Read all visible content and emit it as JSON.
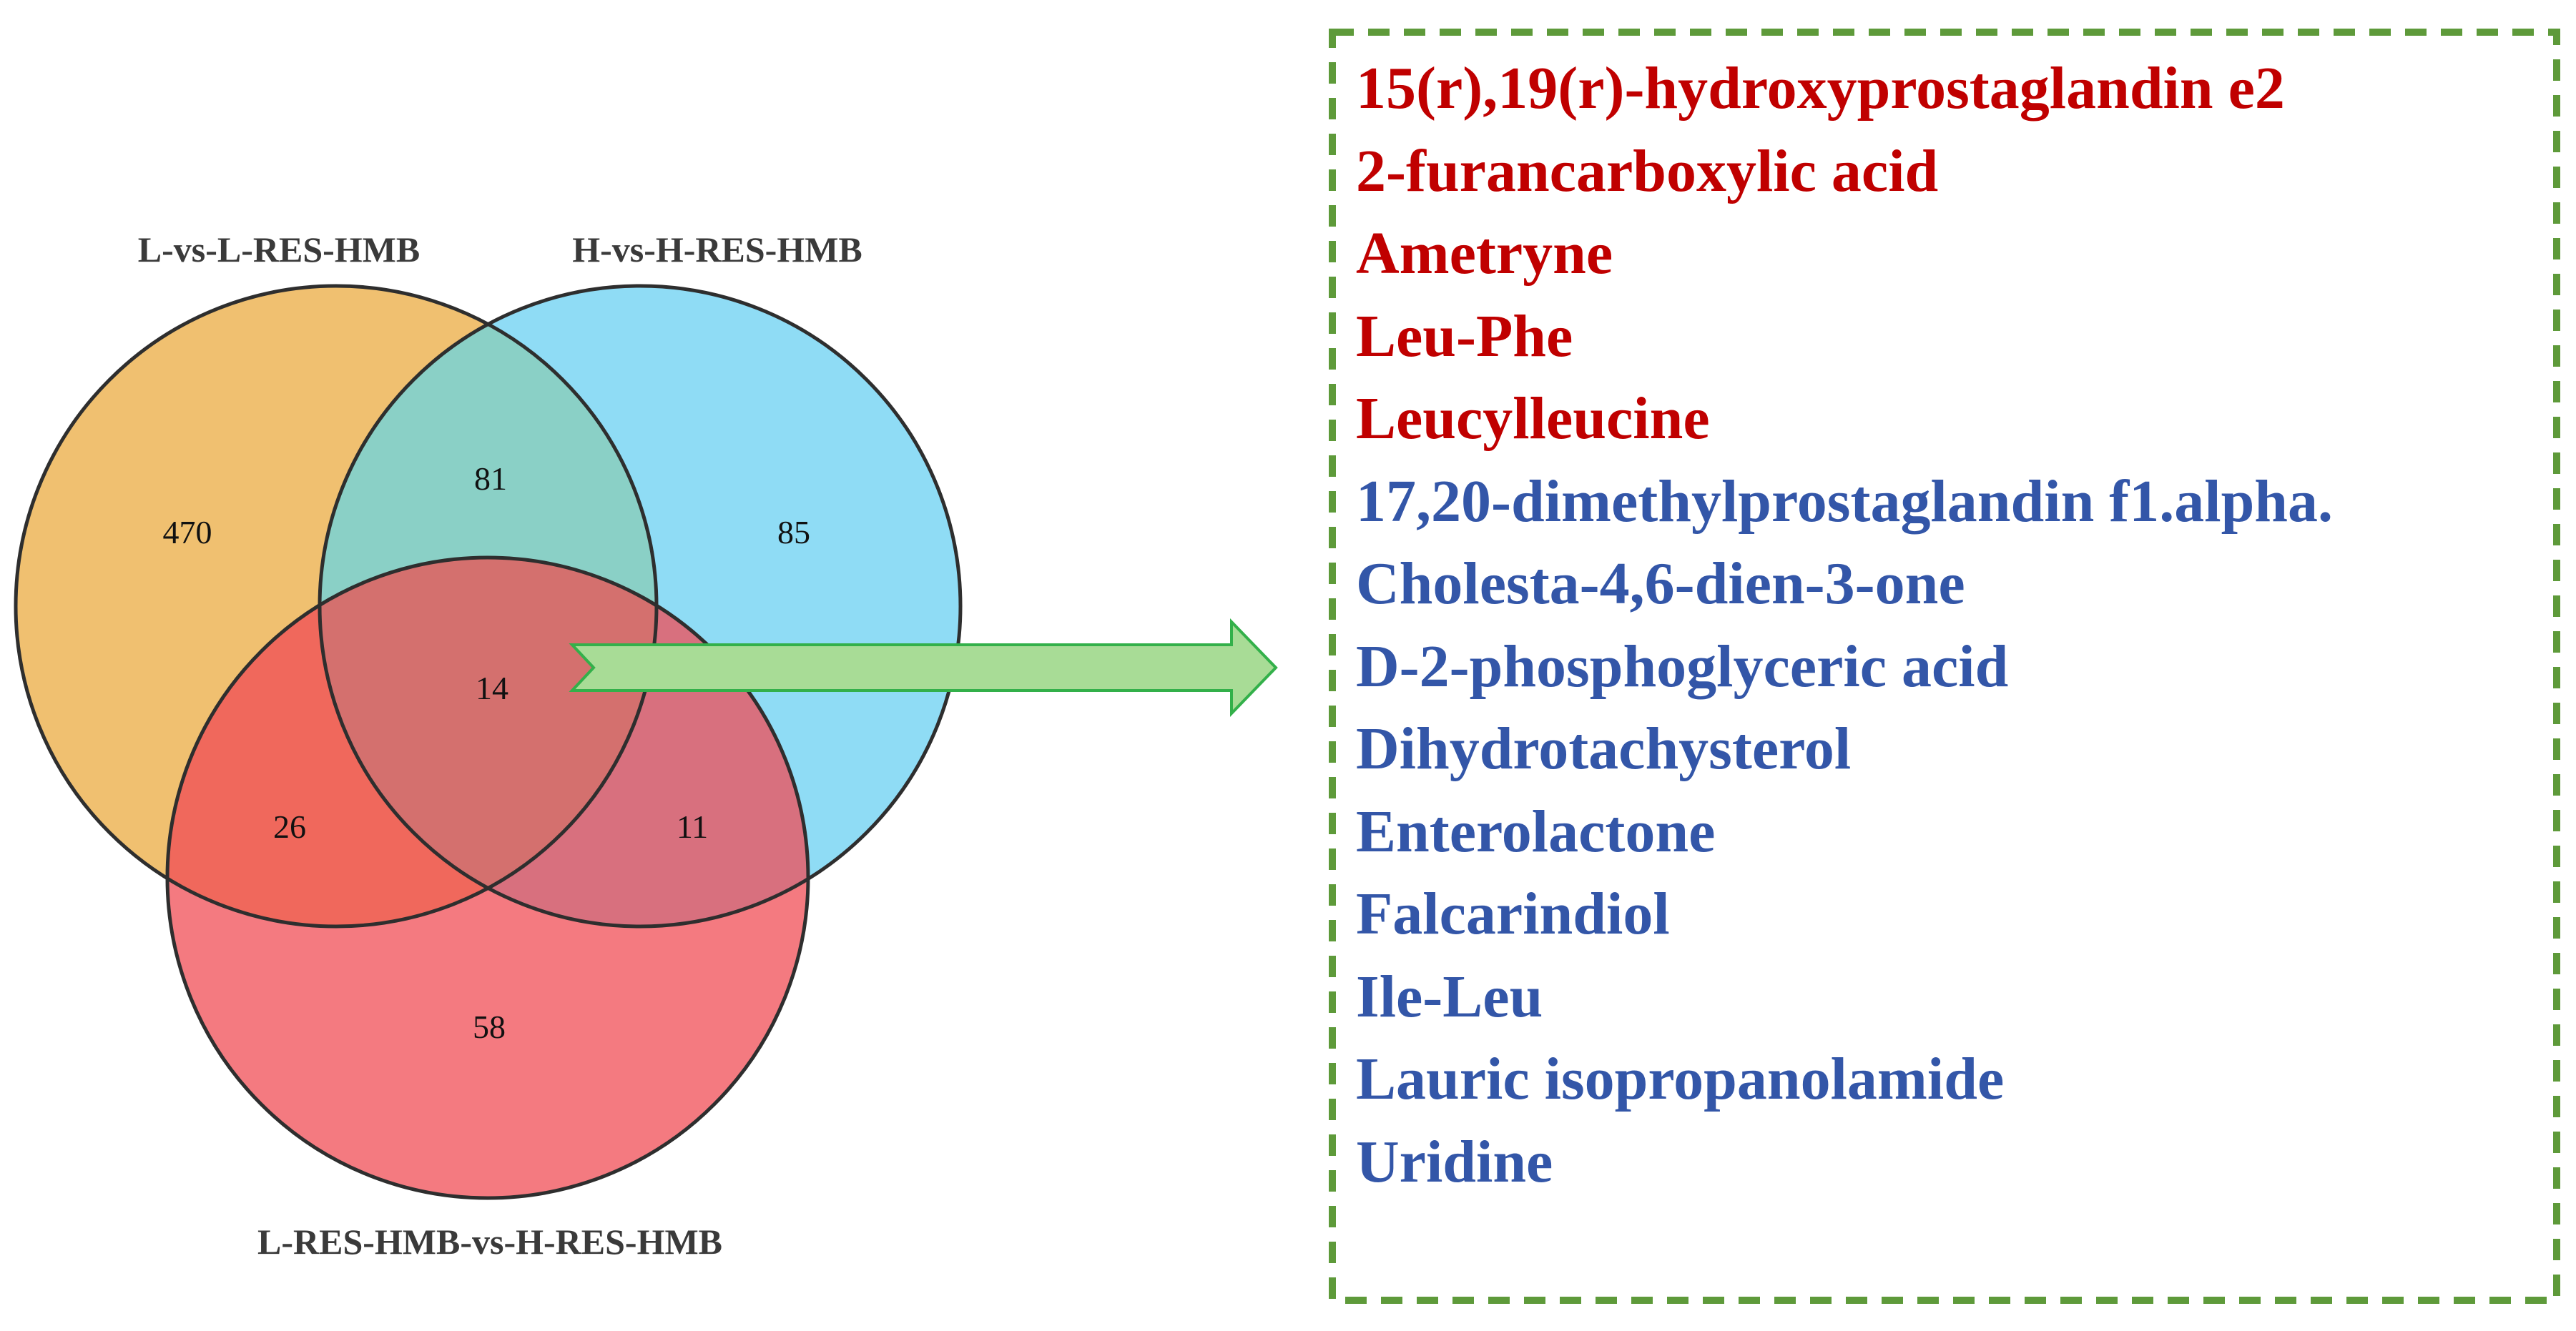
{
  "colors": {
    "set_a": "#f0c070",
    "set_b": "#8fdcf5",
    "set_c": "#f47a80",
    "ab_only": "#8ad0c6",
    "ac_only": "#f0685c",
    "bc_only": "#d8707e",
    "abc": "#d4706e",
    "outline": "#2e2e2e",
    "arrow_fill": "#a8dc96",
    "arrow_stroke": "#33b04a",
    "box_border": "#5e9a3a",
    "up_text": "#c00000",
    "down_text": "#3356a8"
  },
  "venn": {
    "sets": [
      {
        "id": "A",
        "name": "L-vs-L-RES-HMB"
      },
      {
        "id": "B",
        "name": "H-vs-H-RES-HMB"
      },
      {
        "id": "C",
        "name": "L-RES-HMB-vs-H-RES-HMB"
      }
    ],
    "regions": [
      {
        "sets": [
          "A"
        ],
        "count": 470
      },
      {
        "sets": [
          "B"
        ],
        "count": 85
      },
      {
        "sets": [
          "C"
        ],
        "count": 58
      },
      {
        "sets": [
          "A",
          "B"
        ],
        "count": 81
      },
      {
        "sets": [
          "A",
          "C"
        ],
        "count": 26
      },
      {
        "sets": [
          "B",
          "C"
        ],
        "count": 11
      },
      {
        "sets": [
          "A",
          "B",
          "C"
        ],
        "count": 14
      }
    ]
  },
  "compounds": [
    {
      "name": "15(r),19(r)-hydroxyprostaglandin e2",
      "group": "up"
    },
    {
      "name": "2-furancarboxylic acid",
      "group": "up"
    },
    {
      "name": "Ametryne",
      "group": "up"
    },
    {
      "name": "Leu-Phe",
      "group": "up"
    },
    {
      "name": "Leucylleucine",
      "group": "up"
    },
    {
      "name": "17,20-dimethylprostaglandin f1.alpha.",
      "group": "down"
    },
    {
      "name": "Cholesta-4,6-dien-3-one",
      "group": "down"
    },
    {
      "name": "D-2-phosphoglyceric acid",
      "group": "down"
    },
    {
      "name": "Dihydrotachysterol",
      "group": "down"
    },
    {
      "name": "Enterolactone",
      "group": "down"
    },
    {
      "name": "Falcarindiol",
      "group": "down"
    },
    {
      "name": "Ile-Leu",
      "group": "down"
    },
    {
      "name": "Lauric isopropanolamide",
      "group": "down"
    },
    {
      "name": "Uridine",
      "group": "down"
    }
  ]
}
